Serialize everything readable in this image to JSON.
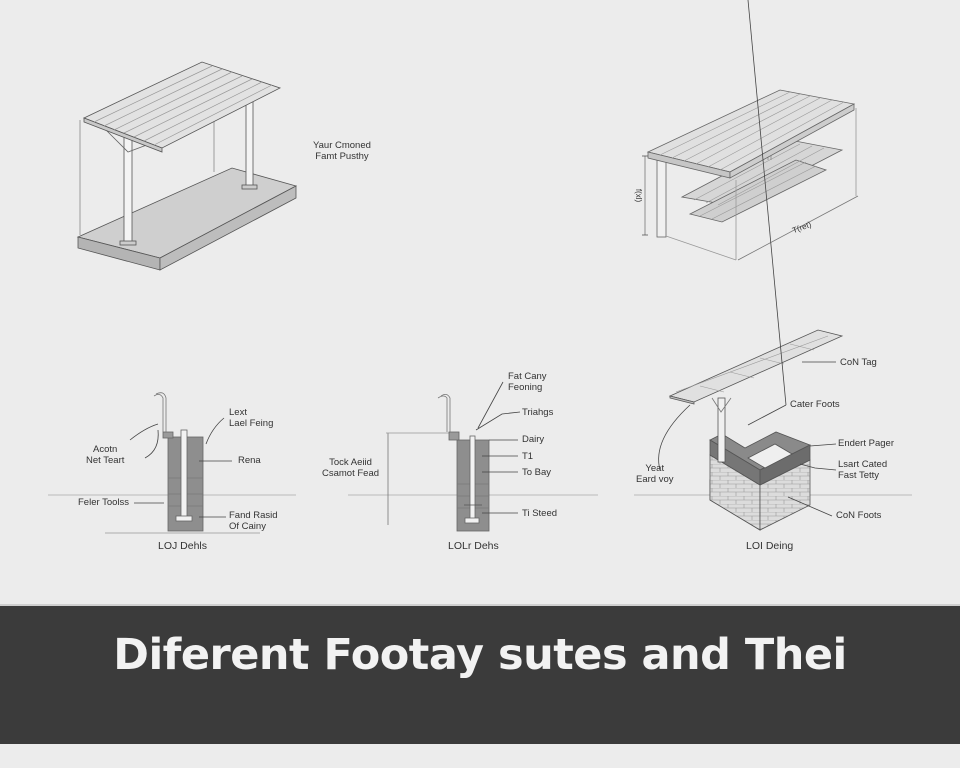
{
  "banner": {
    "title": "Diferent Footay sutes and Thei",
    "background": "#3b3b3b",
    "text_color": "#f2f2f2"
  },
  "page": {
    "background": "#ececec"
  },
  "panels": {
    "top_left": {
      "label_line1": "Yaur Cmoned",
      "label_line2": "Famt Pusthy"
    },
    "top_right": {
      "height_dim": "f(xl)",
      "length_dim": "T(ret)"
    },
    "bottom_left": {
      "labels": {
        "top_right_1": "Lext",
        "top_right_2": "Lael Feing",
        "left_1": "Acotn",
        "left_2": "Net Teart",
        "mid_right": "Rena",
        "ground_left": "Feler Toolss",
        "bottom_right_1": "Fand Rasid",
        "bottom_right_2": "Of Cainy"
      },
      "caption": "LOJ Dehls"
    },
    "bottom_middle": {
      "labels": {
        "top_1": "Fat Cany",
        "top_2": "Feoning",
        "triangle": "Triahgs",
        "dairy": "Dairy",
        "t1": "T1",
        "to_bay": "To Bay",
        "ti_steed": "Ti Steed",
        "left_1": "Tock Aeiid",
        "left_2": "Csamot Fead"
      },
      "caption": "LOLr Dehs"
    },
    "bottom_right": {
      "labels": {
        "colt_tag": "CoN Tag",
        "cater_foots": "Cater Foots",
        "enderd_pager": "Endert Pager",
        "lsart_1": "Lsart Cated",
        "lsart_2": "Fast Tetty",
        "colt_foots": "CoN Foots",
        "left_1": "Yeat",
        "left_2": "Eard voy"
      },
      "caption": "LOI Deing"
    }
  }
}
